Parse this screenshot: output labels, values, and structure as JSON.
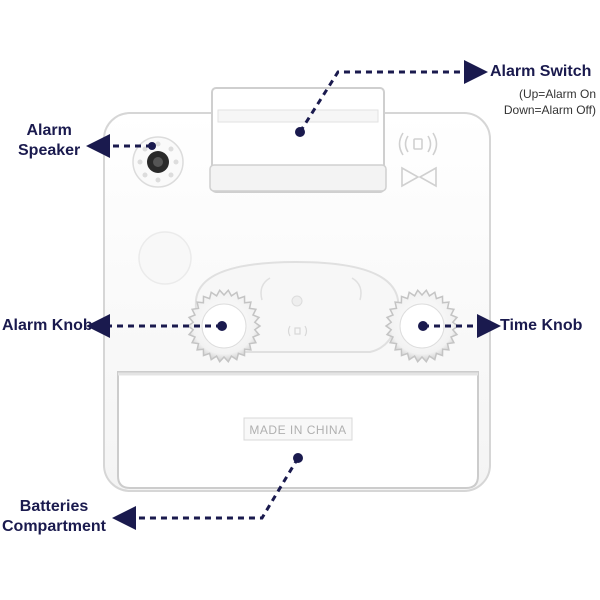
{
  "labels": {
    "alarm_speaker": [
      "Alarm",
      "Speaker"
    ],
    "alarm_switch": "Alarm Switch",
    "alarm_switch_note": [
      "(Up=Alarm On",
      "Down=Alarm Off)"
    ],
    "alarm_knob": "Alarm Knob",
    "time_knob": "Time Knob",
    "batteries": [
      "Batteries",
      "Compartment"
    ]
  },
  "embossed_text": "MADE IN CHINA",
  "colors": {
    "annotation": "#1a1a4e",
    "body": "#ffffff",
    "body_outline": "#d8d8d8"
  },
  "icons": [
    "sound-waves-icon",
    "bell-icon"
  ]
}
